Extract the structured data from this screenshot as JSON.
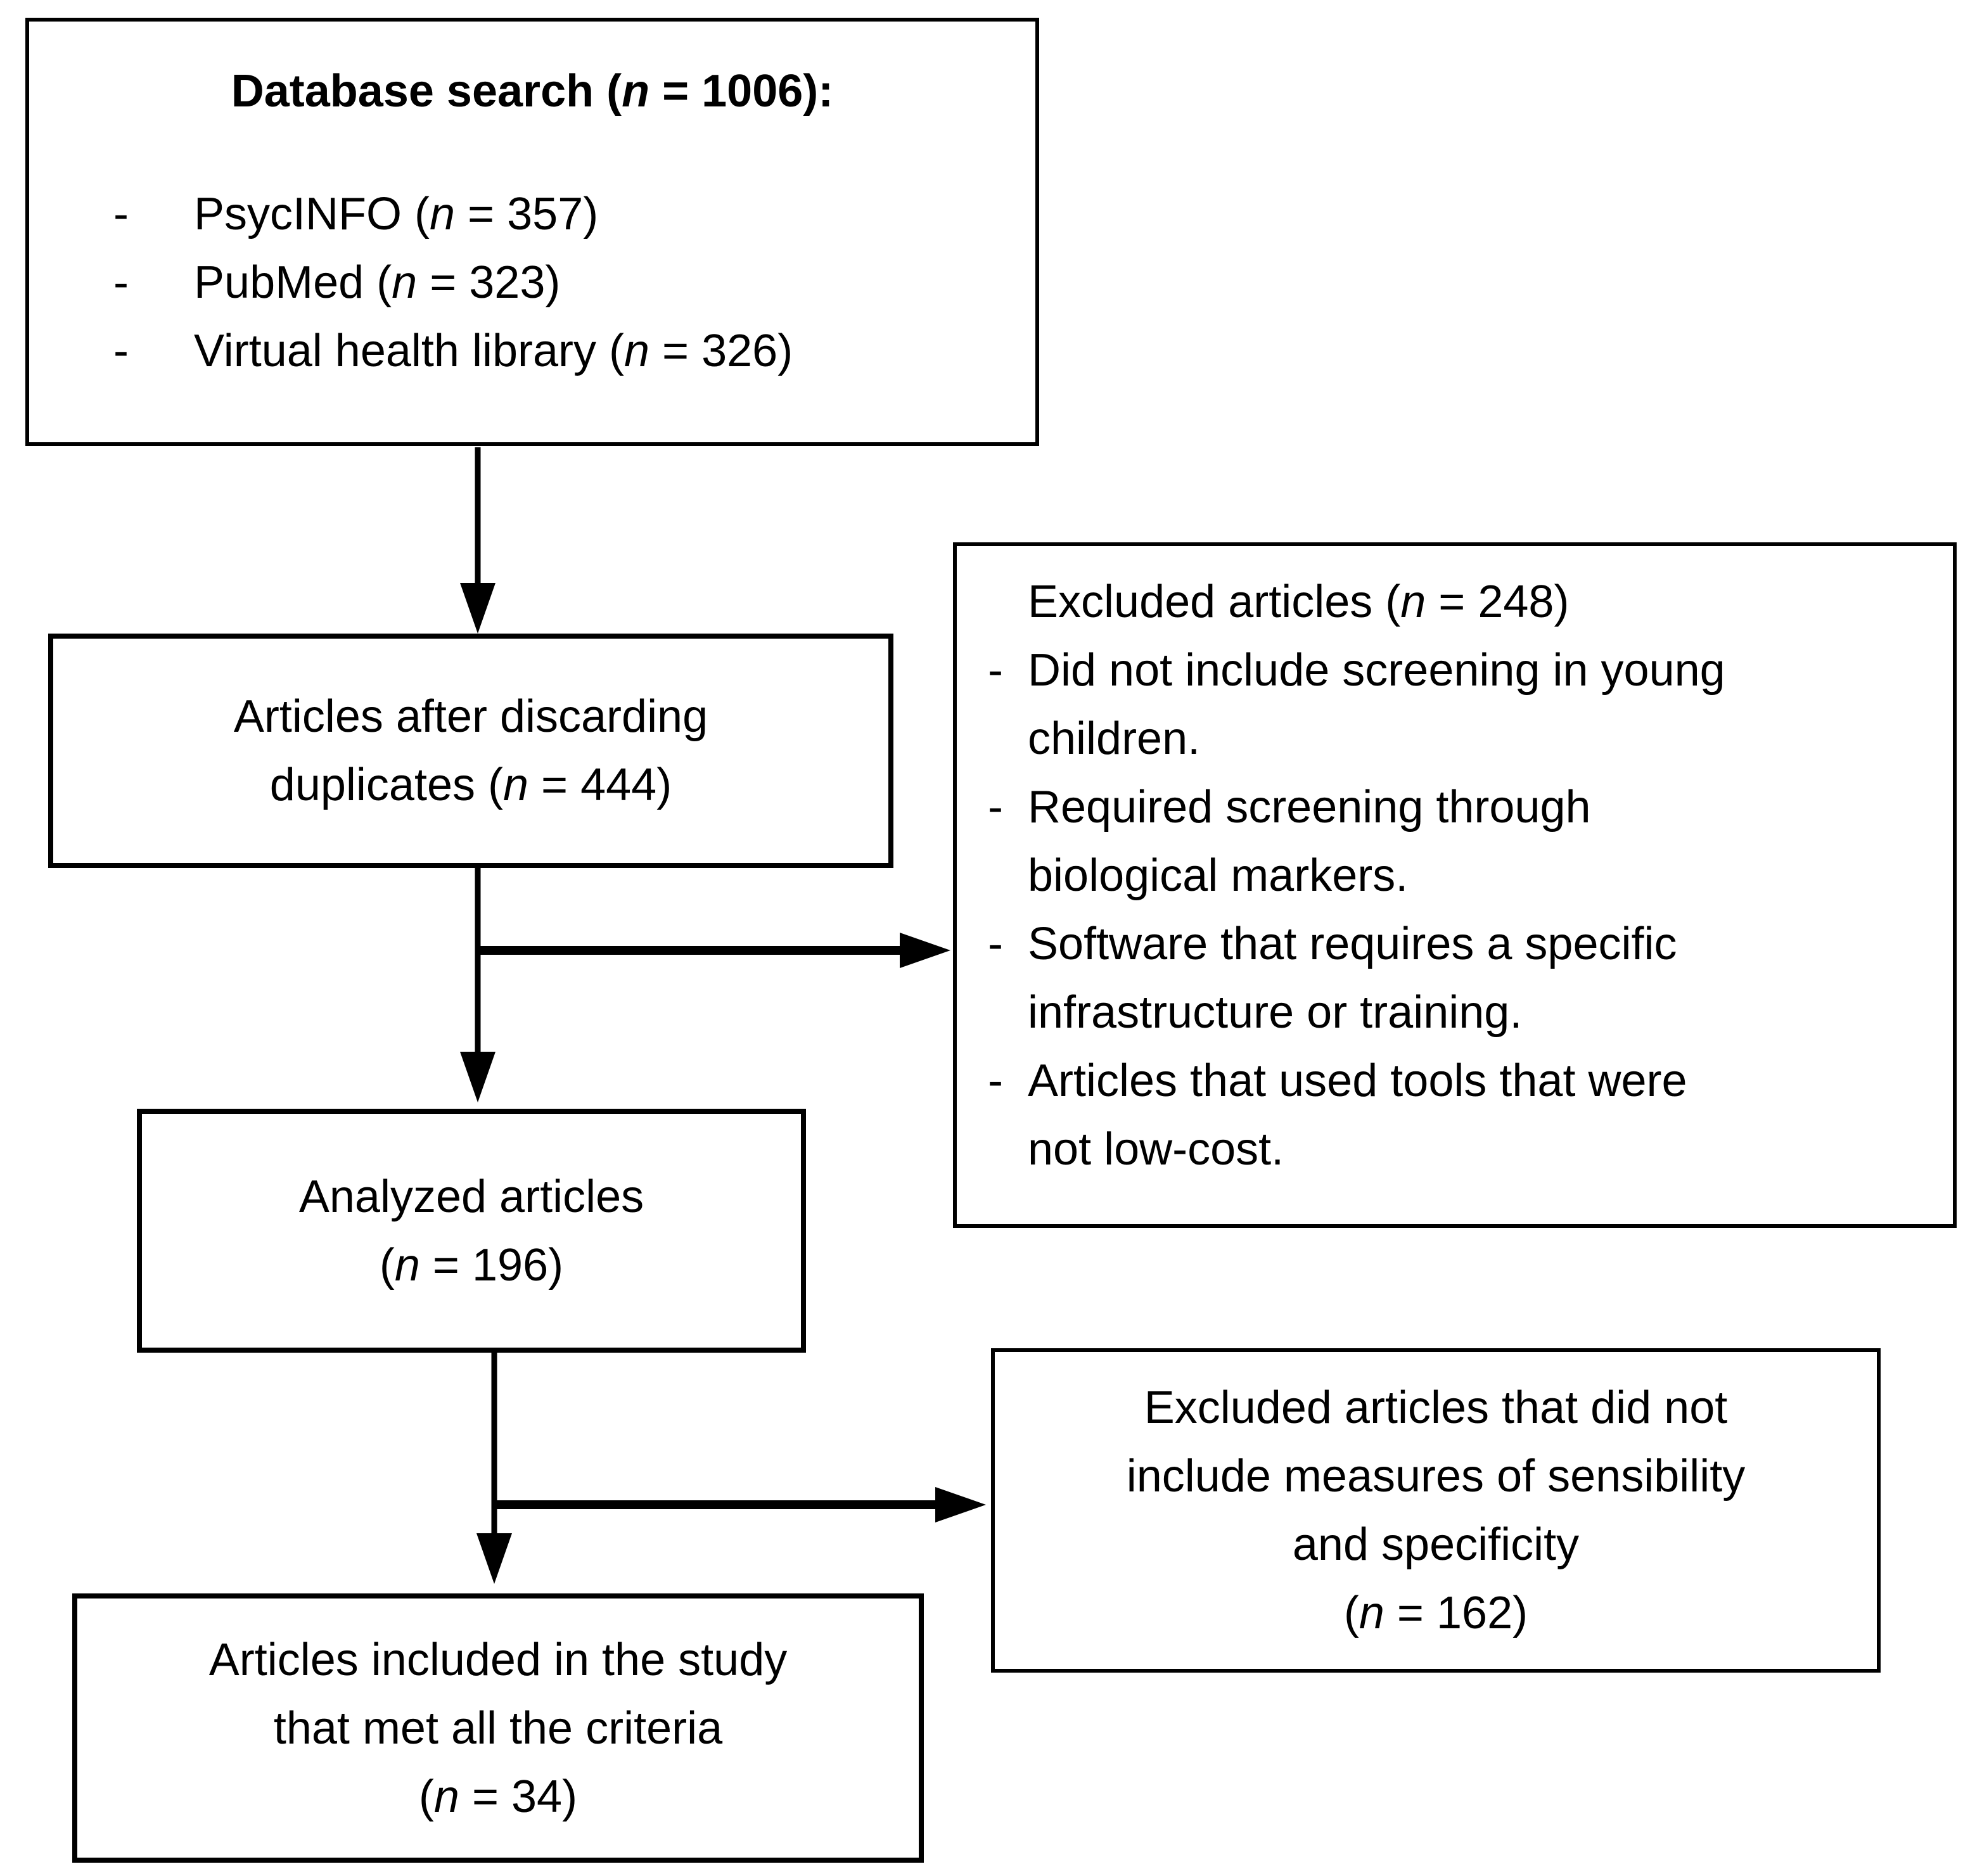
{
  "flow": {
    "box_database": {
      "title": "Database search (n = 1006):",
      "bullets": [
        [
          "PsycINFO (n = 357)"
        ],
        [
          "PubMed (n = 323)"
        ],
        [
          "Virtual health library (n = 326)"
        ]
      ]
    },
    "box_duplicates": {
      "lines": [
        "Articles after discarding",
        "duplicates (n = 444)"
      ]
    },
    "box_excluded1": {
      "title": "Excluded articles (n = 248)",
      "bullets": [
        [
          "Did not include screening in young",
          "children."
        ],
        [
          "Required screening through",
          "biological markers."
        ],
        [
          "Software that requires a specific",
          "infrastructure or training."
        ],
        [
          "Articles that used tools that were",
          "not low-cost."
        ]
      ]
    },
    "box_analyzed": {
      "lines": [
        "Analyzed articles",
        "(n = 196)"
      ]
    },
    "box_excluded2": {
      "lines": [
        "Excluded articles that did not",
        "include measures of sensibility",
        "and specificity",
        "(n = 162)"
      ]
    },
    "box_included": {
      "lines": [
        "Articles included in the study",
        "that met all the criteria",
        "(n = 34)"
      ]
    },
    "colors": {
      "line": "#000000",
      "background": "#ffffff",
      "text": "#000000"
    }
  }
}
